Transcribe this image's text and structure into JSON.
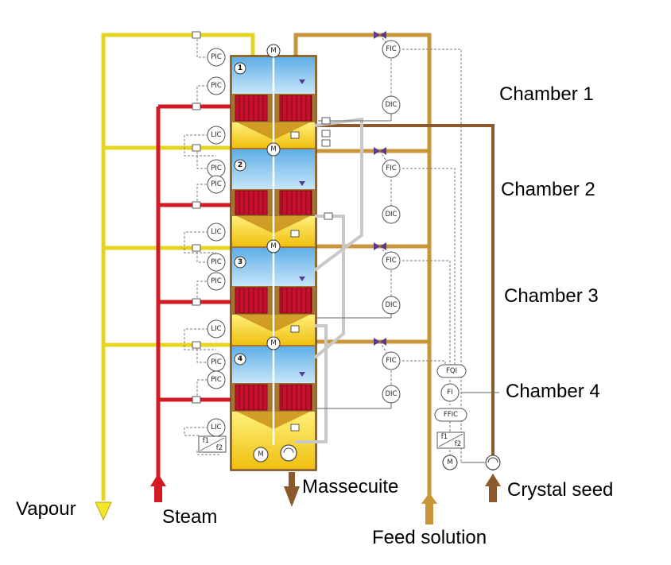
{
  "labels": {
    "chamber_1": "Chamber 1",
    "chamber_2": "Chamber 2",
    "chamber_3": "Chamber 3",
    "chamber_4": "Chamber 4",
    "vapour": "Vapour",
    "steam": "Steam",
    "massecuite": "Massecuite",
    "feed_solution": "Feed solution",
    "crystal_seed": "Crystal seed"
  },
  "chamber_numbers": [
    "1",
    "2",
    "3",
    "4"
  ],
  "instruments": {
    "pic": "PIC",
    "lic": "LIC",
    "fic": "FIC",
    "dic": "DIC",
    "fqi": "FQI",
    "fi": "FI",
    "ffic": "FFIC",
    "motor": "M",
    "ratio_f1": "f1",
    "ratio_f2": "f2"
  },
  "colors": {
    "vapour": "#f2e629",
    "steam": "#d31a24",
    "feed": "#c89538",
    "seed": "#8a5a2c",
    "liquor": "#8fc9ef",
    "massecuite": "#f3cf20",
    "heater": "#c8102e",
    "shell": "#a8752e",
    "valve": "#5a3c8c",
    "signal": "#7a7a7a"
  }
}
